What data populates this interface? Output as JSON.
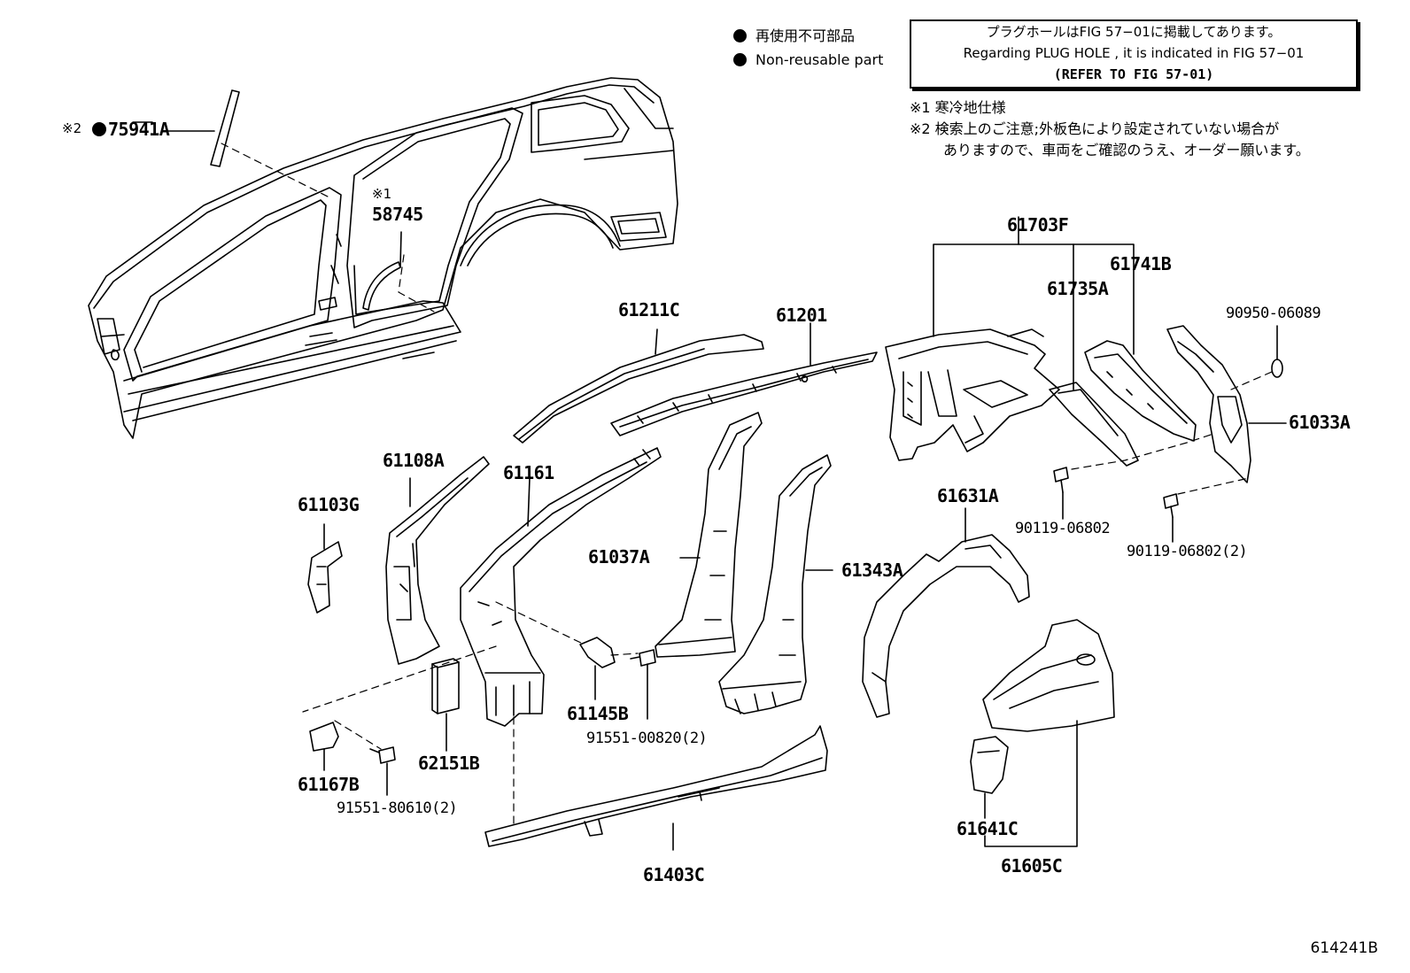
{
  "legend": {
    "items": [
      {
        "label": "再使用不可部品"
      },
      {
        "label": "Non-reusable part"
      }
    ]
  },
  "reference_box": {
    "line1": "プラグホールはFIG 57−01に掲載してあります。",
    "line2": "Regarding  PLUG  HOLE , it is indicated in FIG  57−01",
    "line3": "(REFER TO FIG 57-01)"
  },
  "notes": {
    "note1": "※1 寒冷地仕様",
    "note2": "※2 検索上のご注意;外板色により設定されていない場合が",
    "note2_cont": "ありますので、車両をご確認のうえ、オーダー願います。"
  },
  "marks": {
    "m1": "※2",
    "m2": "※1"
  },
  "parts": {
    "p75941A": "75941A",
    "p58745": "58745",
    "p61703F": "61703F",
    "p61741B": "61741B",
    "p61735A": "61735A",
    "p90950": "90950-06089",
    "p61211C": "61211C",
    "p61201": "61201",
    "p61033A": "61033A",
    "p61108A": "61108A",
    "p61161": "61161",
    "p61103G": "61103G",
    "p61631A": "61631A",
    "p90119a": "90119-06802",
    "p90119b": "90119-06802(2)",
    "p61037A": "61037A",
    "p61343A": "61343A",
    "p61145B": "61145B",
    "p91551a": "91551-00820(2)",
    "p62151B": "62151B",
    "p61167B": "61167B",
    "p91551b": "91551-80610(2)",
    "p61641C": "61641C",
    "p61605C": "61605C",
    "p61403C": "61403C"
  },
  "figure_code": "614241B"
}
